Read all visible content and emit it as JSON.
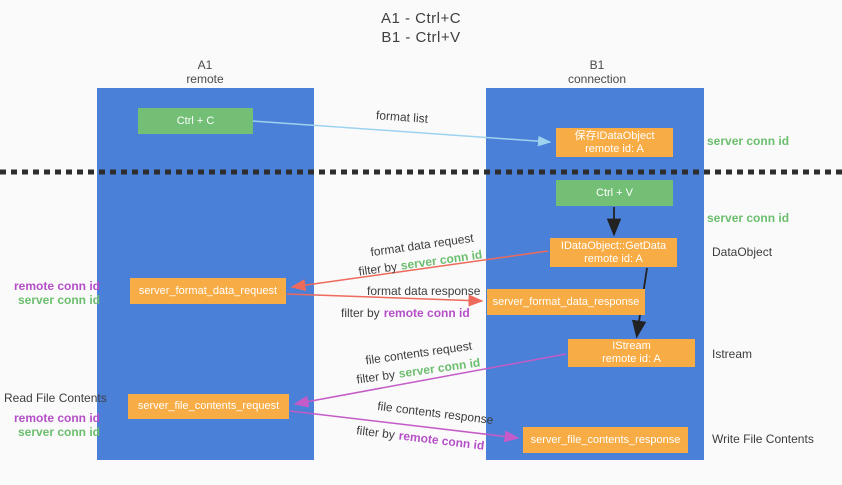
{
  "title": {
    "line1": "A1 - Ctrl+C",
    "line2": "B1 - Ctrl+V"
  },
  "lifelines": {
    "left": {
      "name": "A1",
      "role": "remote"
    },
    "right": {
      "name": "B1",
      "role": "connection"
    }
  },
  "nodes": {
    "ctrl_c": {
      "label": "Ctrl + C"
    },
    "save_dataobject": {
      "line1": "保存IDataObject",
      "line2": "remote id: A"
    },
    "ctrl_v": {
      "label": "Ctrl + V"
    },
    "getdata": {
      "line1": "IDataObject::GetData",
      "line2": "remote id: A"
    },
    "format_request": {
      "label": "server_format_data_request"
    },
    "format_response": {
      "label": "server_format_data_response"
    },
    "istream": {
      "line1": "IStream",
      "line2": "remote id: A"
    },
    "file_request": {
      "label": "server_file_contents_request"
    },
    "file_response": {
      "label": "server_file_contents_response"
    }
  },
  "arrows": {
    "format_list": {
      "label": "format list"
    },
    "format_data_request": {
      "label": "format data request",
      "filter_prefix": "filter by",
      "filter_id": "server conn id"
    },
    "format_data_response": {
      "label": "format data response",
      "filter_prefix": "filter by",
      "filter_id": "remote conn id"
    },
    "file_contents_request": {
      "label": "file contents request",
      "filter_prefix": "filter by",
      "filter_id": "server conn id"
    },
    "file_contents_response": {
      "label": "file contents response",
      "filter_prefix": "filter by",
      "filter_id": "remote conn id"
    }
  },
  "side_labels": {
    "server_conn_id_top": "server conn id",
    "server_conn_id_mid": "server conn id",
    "dataobject": "DataObject",
    "istream": "Istream",
    "read_file_contents": "Read File Contents",
    "write_file_contents": "Write File Contents",
    "format_group": {
      "remote_conn_id": "remote conn id",
      "server_conn_id": "server conn id"
    },
    "file_group": {
      "remote_conn_id": "remote conn id",
      "server_conn_id": "server conn id"
    }
  },
  "colors": {
    "lifeline_blue": "#4A80D8",
    "node_orange": "#F8AC45",
    "node_green": "#72BF75",
    "accent_green": "#6CBE6E",
    "accent_purple": "#B54FC8",
    "arrow_red": "#ED6A5C",
    "arrow_magenta": "#C45BC8",
    "arrow_lightblue": "#9ED3F0",
    "divider_black": "#2D2D2D"
  }
}
